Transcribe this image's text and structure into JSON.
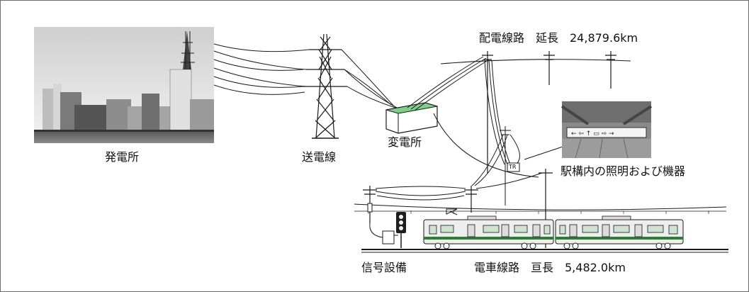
{
  "labels": {
    "power_plant": "発電所",
    "transmission_line": "送電線",
    "substation": "変電所",
    "distribution_line": "配電線路　延長　24,879.6km",
    "station_equipment": "駅構内の照明および機器",
    "signal_equipment": "信号設備",
    "catenary_line": "電車線路　亘長　5,482.0km",
    "transformer_tag": "TR"
  },
  "colors": {
    "line": "#1a1a1a",
    "frame": "#6b6b6b",
    "train_body": "#eeeeee",
    "train_stripe": "#2e7d32",
    "substation_roof": "#7fd18a",
    "photo_sky": "#e8e8e8",
    "photo_building": "#6a6a6a"
  }
}
